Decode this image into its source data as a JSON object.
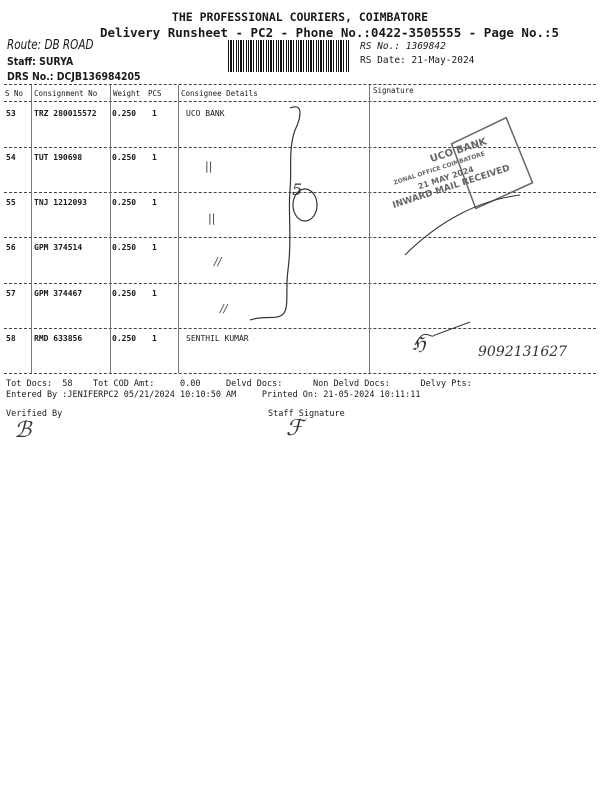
{
  "header": {
    "company": "THE PROFESSIONAL COURIERS, COIMBATORE",
    "subtitle": "Delivery Runsheet - PC2 - Phone No.:0422-3505555 - Page No.:5",
    "route": "Route: DB ROAD",
    "staff": "Staff: SURYA",
    "drs_no": "DRS No.: DCJB136984205",
    "rs_no": "RS No.: 1369842",
    "rs_date": "RS Date: 21-May-2024"
  },
  "table": {
    "columns": [
      "S No",
      "Consignment No",
      "Weight",
      "PCS",
      "Consignee Details",
      "Signature"
    ],
    "rows": [
      {
        "sno": "53",
        "consignment": "TRZ 280015572",
        "weight": "0.250",
        "pcs": "1",
        "consignee": "UCO BANK",
        "ditto": ""
      },
      {
        "sno": "54",
        "consignment": "TUT 190698",
        "weight": "0.250",
        "pcs": "1",
        "consignee": "",
        "ditto": "||"
      },
      {
        "sno": "55",
        "consignment": "TNJ 1212093",
        "weight": "0.250",
        "pcs": "1",
        "consignee": "",
        "ditto": "||"
      },
      {
        "sno": "56",
        "consignment": "GPM 374514",
        "weight": "0.250",
        "pcs": "1",
        "consignee": "",
        "ditto": "//"
      },
      {
        "sno": "57",
        "consignment": "GPM 374467",
        "weight": "0.250",
        "pcs": "1",
        "consignee": "",
        "ditto": "//"
      },
      {
        "sno": "58",
        "consignment": "RMD 633856",
        "weight": "0.250",
        "pcs": "1",
        "consignee": "SENTHIL KUMAR",
        "ditto": ""
      }
    ]
  },
  "handwriting": {
    "brace_mark": "5",
    "phone_note": "9092131627"
  },
  "stamp": {
    "bank": "UCO BANK",
    "office": "ZONAL OFFICE COIMBATORE",
    "date": "21 MAY 2024",
    "received": "INWARD MAIL RECEIVED"
  },
  "footer": {
    "totals": "Tot Docs:  58    Tot COD Amt:     0.00     Delvd Docs:      Non Delvd Docs:      Delvy Pts:",
    "entered": "Entered By :JENIFERPC2 05/21/2024 10:10:50 AM     Printed On: 21-05-2024 10:11:11",
    "verified_by": "Verified By",
    "staff_signature": "Staff Signature"
  }
}
